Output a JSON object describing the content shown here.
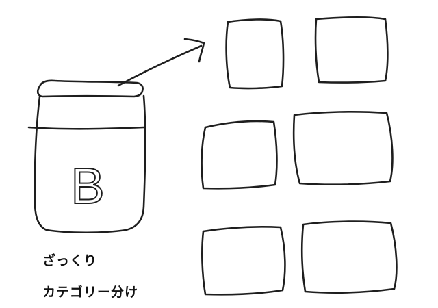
{
  "container": {
    "label": "B"
  },
  "caption": {
    "line1": "ざっくり",
    "line2": "カテゴリー分け"
  },
  "grid": {
    "rows": 3,
    "columns": 2
  }
}
